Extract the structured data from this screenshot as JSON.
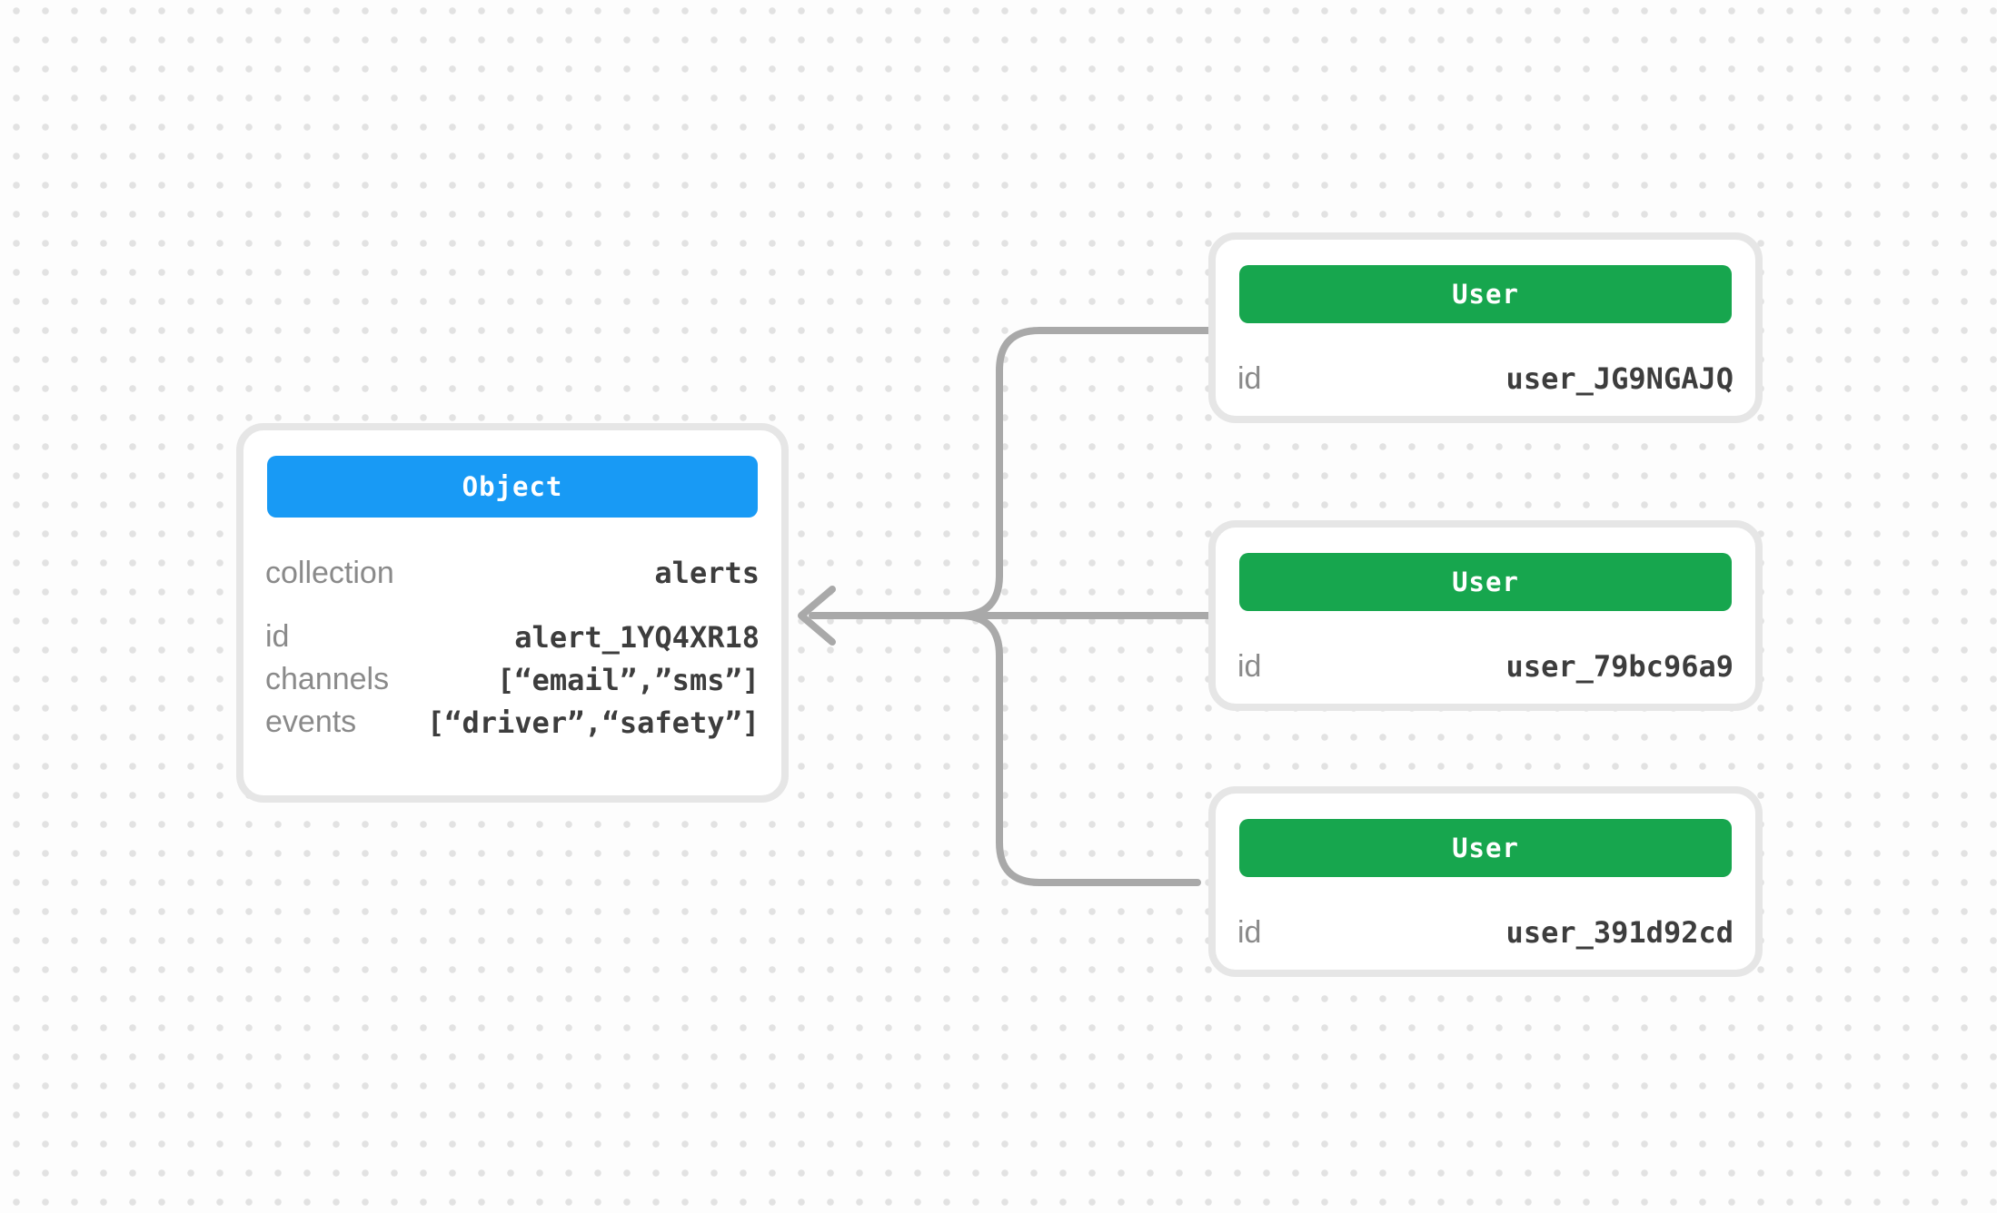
{
  "diagram": {
    "object_card": {
      "header_label": "Object",
      "collection_row": {
        "label": "collection",
        "value": "alerts"
      },
      "rows": [
        {
          "label": "id",
          "value": "alert_1YQ4XR18"
        },
        {
          "label": "channels",
          "value": "[“email”,”sms”]"
        },
        {
          "label": "events",
          "value": "[“driver”,“safety”]"
        }
      ]
    },
    "user_cards": [
      {
        "header_label": "User",
        "id_row": {
          "label": "id",
          "value": "user_JG9NGAJQ"
        }
      },
      {
        "header_label": "User",
        "id_row": {
          "label": "id",
          "value": "user_79bc96a9"
        }
      },
      {
        "header_label": "User",
        "id_row": {
          "label": "id",
          "value": "user_391d92cd"
        }
      }
    ],
    "colors": {
      "object_header": "#189af5",
      "user_header": "#17a64e",
      "connector": "#a9a9a9",
      "card_border": "#e6e6e6",
      "label_text": "#8a8a8a",
      "value_text": "#3d3d3d",
      "background": "#fdfdfd",
      "grid_dot": "#e2e2e2"
    }
  }
}
